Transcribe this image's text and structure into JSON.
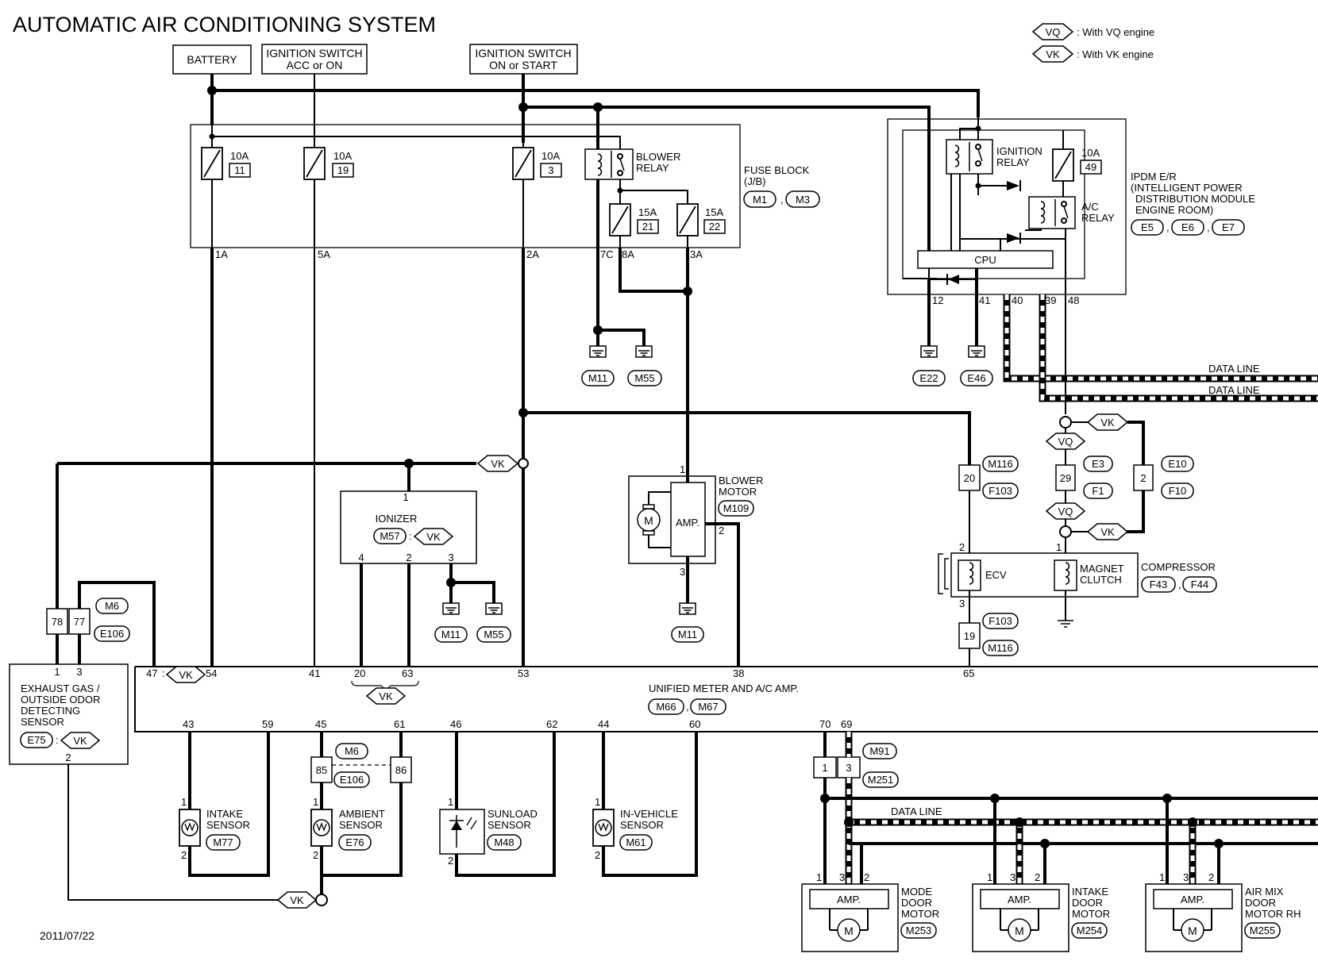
{
  "title": "AUTOMATIC AIR CONDITIONING SYSTEM",
  "date": "2011/07/22",
  "legend": {
    "vq": "VQ",
    "vq_text": ": With VQ engine",
    "vk": "VK",
    "vk_text": ": With VK engine"
  },
  "power": {
    "battery": "BATTERY",
    "ign_acc_1": "IGNITION SWITCH",
    "ign_acc_2": "ACC or ON",
    "ign_on_1": "IGNITION SWITCH",
    "ign_on_2": "ON or START"
  },
  "fuse_block": {
    "label_1": "FUSE BLOCK",
    "label_2": "(J/B)",
    "conn_1": "M1",
    "conn_2": "M3",
    "fuses": [
      {
        "amp": "10A",
        "num": "11"
      },
      {
        "amp": "10A",
        "num": "19"
      },
      {
        "amp": "10A",
        "num": "3"
      },
      {
        "amp": "15A",
        "num": "21"
      },
      {
        "amp": "15A",
        "num": "22"
      }
    ],
    "relay_1": "BLOWER",
    "relay_2": "RELAY",
    "pins": [
      "1A",
      "5A",
      "2A",
      "7C",
      "8A",
      "3A"
    ]
  },
  "ipdm": {
    "name_1": "IPDM E/R",
    "name_2": "(INTELLIGENT POWER",
    "name_3": "DISTRIBUTION MODULE",
    "name_4": "ENGINE ROOM)",
    "conns": [
      "E5",
      "E6",
      "E7"
    ],
    "ign_relay_1": "IGNITION",
    "ign_relay_2": "RELAY",
    "fuse_amp": "10A",
    "fuse_num": "49",
    "ac_relay_1": "A/C",
    "ac_relay_2": "RELAY",
    "cpu": "CPU",
    "pins": [
      "12",
      "41",
      "40",
      "39",
      "48"
    ]
  },
  "grounds": [
    "M11",
    "M55",
    "E22",
    "E46",
    "M11",
    "M55",
    "M11"
  ],
  "data_line": "DATA LINE",
  "blower_motor": {
    "name_1": "BLOWER",
    "name_2": "MOTOR",
    "conn": "M109",
    "amp": "AMP.",
    "m": "M",
    "pins": [
      "1",
      "2",
      "3"
    ]
  },
  "ionizer": {
    "name": "IONIZER",
    "conn": "M57",
    "eng": "VK",
    "pins": [
      "1",
      "4",
      "2",
      "3"
    ]
  },
  "compressor": {
    "name": "COMPRESSOR",
    "conns": [
      "F43",
      "F44"
    ],
    "ecv": "ECV",
    "mc_1": "MAGNET",
    "mc_2": "CLUTCH",
    "pins": [
      "2",
      "3",
      "1"
    ]
  },
  "connectors": {
    "c20": "20",
    "m116": "M116",
    "f103": "F103",
    "c29": "29",
    "e3": "E3",
    "f1": "F1",
    "c2": "2",
    "e10": "E10",
    "f10": "F10",
    "c19": "19",
    "c78": "78",
    "c77": "77",
    "m6": "M6",
    "e106": "E106",
    "c85": "85",
    "c86": "86",
    "c1": "1",
    "c3": "3",
    "m91": "M91",
    "m251": "M251"
  },
  "exhaust_sensor": {
    "l1": "EXHAUST GAS /",
    "l2": "OUTSIDE ODOR",
    "l3": "DETECTING",
    "l4": "SENSOR",
    "conn": "E75",
    "eng": "VK",
    "pins": [
      "1",
      "3",
      "2"
    ]
  },
  "unified": {
    "l1": "UNIFIED METER AND A/C AMP.",
    "conns": [
      "M66",
      "M67"
    ],
    "top_pins": [
      "47",
      "54",
      "41",
      "20",
      "63",
      "53",
      "38",
      "65"
    ],
    "bottom_pins": [
      "43",
      "59",
      "45",
      "61",
      "46",
      "62",
      "44",
      "60",
      "70",
      "69"
    ]
  },
  "sensors": [
    {
      "l1": "INTAKE",
      "l2": "SENSOR",
      "conn": "M77"
    },
    {
      "l1": "AMBIENT",
      "l2": "SENSOR",
      "conn": "E76"
    },
    {
      "l1": "SUNLOAD",
      "l2": "SENSOR",
      "conn": "M48"
    },
    {
      "l1": "IN-VEHICLE",
      "l2": "SENSOR",
      "conn": "M61"
    }
  ],
  "door_motors": [
    {
      "l1": "MODE",
      "l2": "DOOR",
      "l3": "MOTOR",
      "conn": "M253",
      "amp": "AMP."
    },
    {
      "l1": "INTAKE",
      "l2": "DOOR",
      "l3": "MOTOR",
      "conn": "M254",
      "amp": "AMP."
    },
    {
      "l1": "AIR MIX",
      "l2": "DOOR",
      "l3": "MOTOR RH",
      "conn": "M255",
      "amp": "AMP."
    }
  ],
  "vk": "VK",
  "vq": "VQ"
}
